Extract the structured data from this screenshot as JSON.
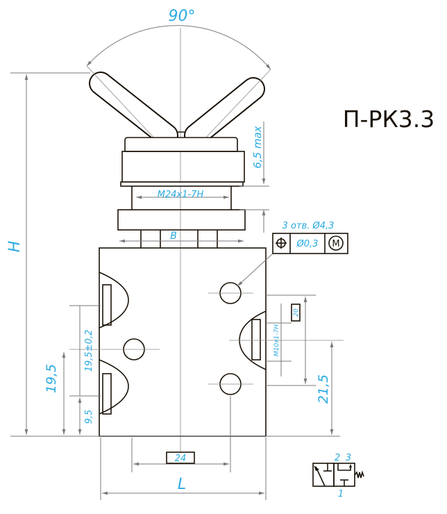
{
  "title": "П-РК3.3",
  "dimensions": {
    "angle": "90°",
    "height": "H",
    "length": "L",
    "stroke_max": "6,5 max",
    "thread_main": "M24x1-7H",
    "width_b": "B",
    "holes": "3 отв. Ø4,3",
    "tolerance": "Ø0,3",
    "tolerance_modifier": "M",
    "port_thread": "M10x1-7H",
    "port_depth": "20",
    "dim_19_5": "19,5",
    "dim_19_5_tol": "19,5±0,2",
    "dim_9_5": "9,5",
    "dim_21_5": "21,5",
    "dim_24": "24"
  },
  "symbol": {
    "port_2": "2",
    "port_3": "3",
    "port_1": "1"
  },
  "colors": {
    "dimension_text": "#29aae1",
    "line": "#1a1208"
  }
}
